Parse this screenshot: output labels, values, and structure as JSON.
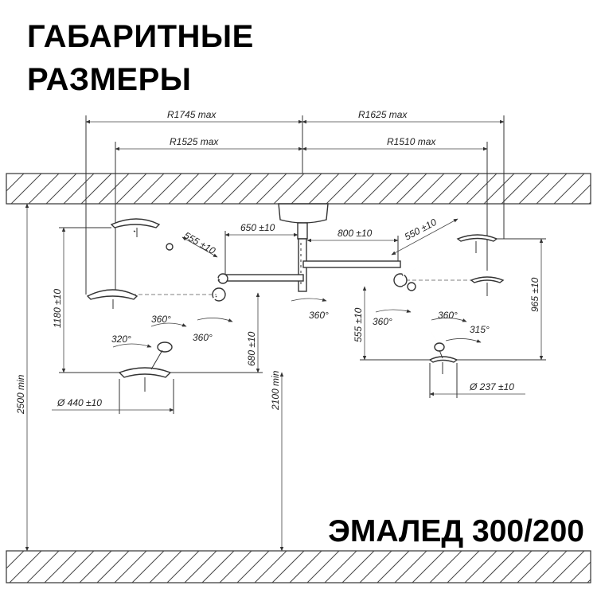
{
  "title": {
    "line1": "ГАБАРИТНЫЕ",
    "line2": "РАЗМЕРЫ"
  },
  "model": "ЭМАЛЕД 300/200",
  "dimensions": {
    "r_left_max": "R1745 max",
    "r_right_max": "R1625 max",
    "r_left_inner": "R1525 max",
    "r_right_inner": "R1510 max",
    "arm_left": "555 ±10",
    "offset_left": "650 ±10",
    "offset_right": "800 ±10",
    "arm_right": "550 ±10",
    "height_left": "1180 ±10",
    "height_right": "965 ±10",
    "height_drop_left": "680 ±10",
    "height_drop_right": "555 ±10",
    "min_ceiling": "2500 min",
    "min_floor": "2100 min",
    "diam_left": "Ø 440 ±10",
    "diam_right": "Ø 237 ±10"
  },
  "rotations": {
    "left_upper": "360°",
    "left_lower": "320°",
    "left_mid": "360°",
    "center": "360°",
    "right_joint": "360°",
    "right_mid": "360°",
    "right_lower": "315°"
  },
  "icons": {
    "ceiling": "ceiling-hatch",
    "floor": "floor-hatch",
    "mount": "ceiling-mount-icon",
    "lamp": "surgical-lamp-icon"
  }
}
